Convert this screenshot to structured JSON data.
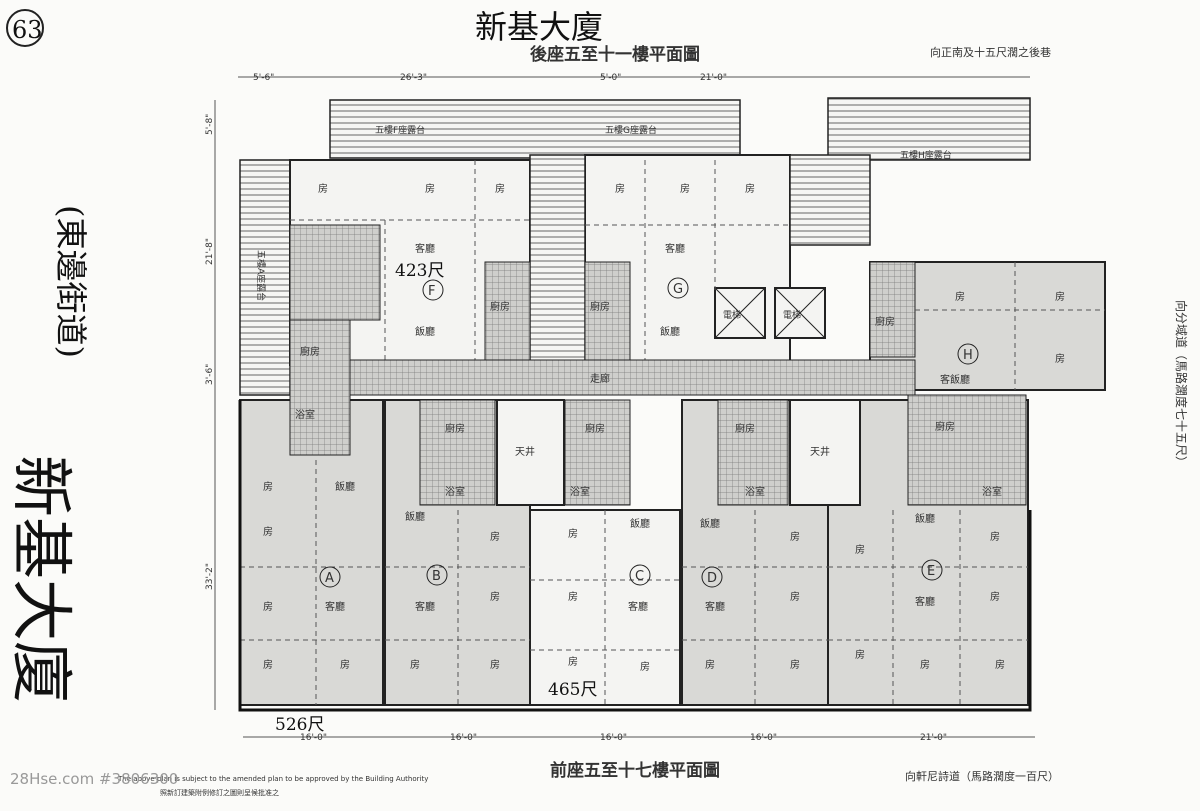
{
  "handwritten": {
    "top_title": "新基大廈",
    "left_title": "新基大廈",
    "left_street": "(東邊街道)",
    "corner_number": "63",
    "area_f": "423尺",
    "area_c": "465尺",
    "area_a": "526尺"
  },
  "titles": {
    "rear": "後座五至十一樓平面圖",
    "front": "前座五至十七樓平面圖"
  },
  "orientation": {
    "top_right": "向正南及十五尺濶之後巷",
    "right": "向分域道（馬路濶度七十五尺）",
    "bottom_right": "向軒尼詩道（馬路濶度一百尺）"
  },
  "notes": {
    "english": "The above plan is subject to the amended plan to be approved by the Building Authority",
    "chinese": "照新訂建築附例修訂之圖則呈候批准之"
  },
  "watermark": "28Hse.com #3806300",
  "dimensions": {
    "top": [
      "5'-6\"",
      "26'-3\"",
      "5'-0\"",
      "21'-0\""
    ],
    "left": [
      "5'-8\"",
      "21'-8\"",
      "3'-6\"",
      "33'-2\""
    ],
    "bottom": [
      "16'-0\"",
      "16'-0\"",
      "16'-0\"",
      "16'-0\"",
      "21'-0\""
    ]
  },
  "balconies": [
    "五樓F座露台",
    "五樓G座露台",
    "五樓H座露台",
    "五樓A座露台"
  ],
  "rooms": {
    "bedroom": "房",
    "living": "客廳",
    "dining": "飯廳",
    "living_dining": "客飯廳",
    "kitchen": "廚房",
    "bathroom": "浴室",
    "lightwell": "天井",
    "lift": "電梯",
    "corridor": "走廊"
  },
  "units": [
    "A",
    "B",
    "C",
    "D",
    "E",
    "F",
    "G",
    "H"
  ]
}
